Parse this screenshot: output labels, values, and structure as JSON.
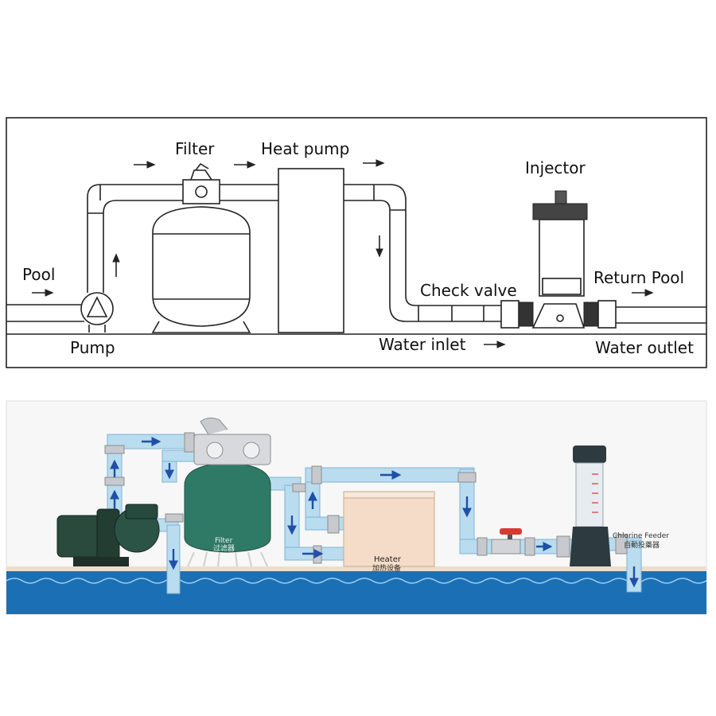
{
  "top_diagram": {
    "labels": {
      "filter": "Filter",
      "heat_pump": "Heat pump",
      "injector": "Injector",
      "pool": "Pool",
      "check_valve": "Check valve",
      "return_pool": "Return Pool",
      "pump": "Pump",
      "water_inlet": "Water inlet",
      "water_outlet": "Water outlet"
    }
  },
  "bottom_diagram": {
    "labels": {
      "filter_en": "Filter",
      "filter_cn": "过滤器",
      "heater_en": "Heater",
      "heater_cn": "加热设备",
      "feeder_en": "Chlorine Feeder",
      "feeder_cn": "自動投藥器"
    },
    "colors": {
      "pipe": "#b9dcef",
      "pipe_edge": "#7fb3d3",
      "arrow": "#1f4fa8",
      "water": "#1b6fb5",
      "filter_tank": "#2f7a66",
      "heater": "#f4dcc8",
      "pump": "#2a4a3e",
      "valve": "#d63b2f",
      "feeder": "#2d3a40"
    }
  }
}
